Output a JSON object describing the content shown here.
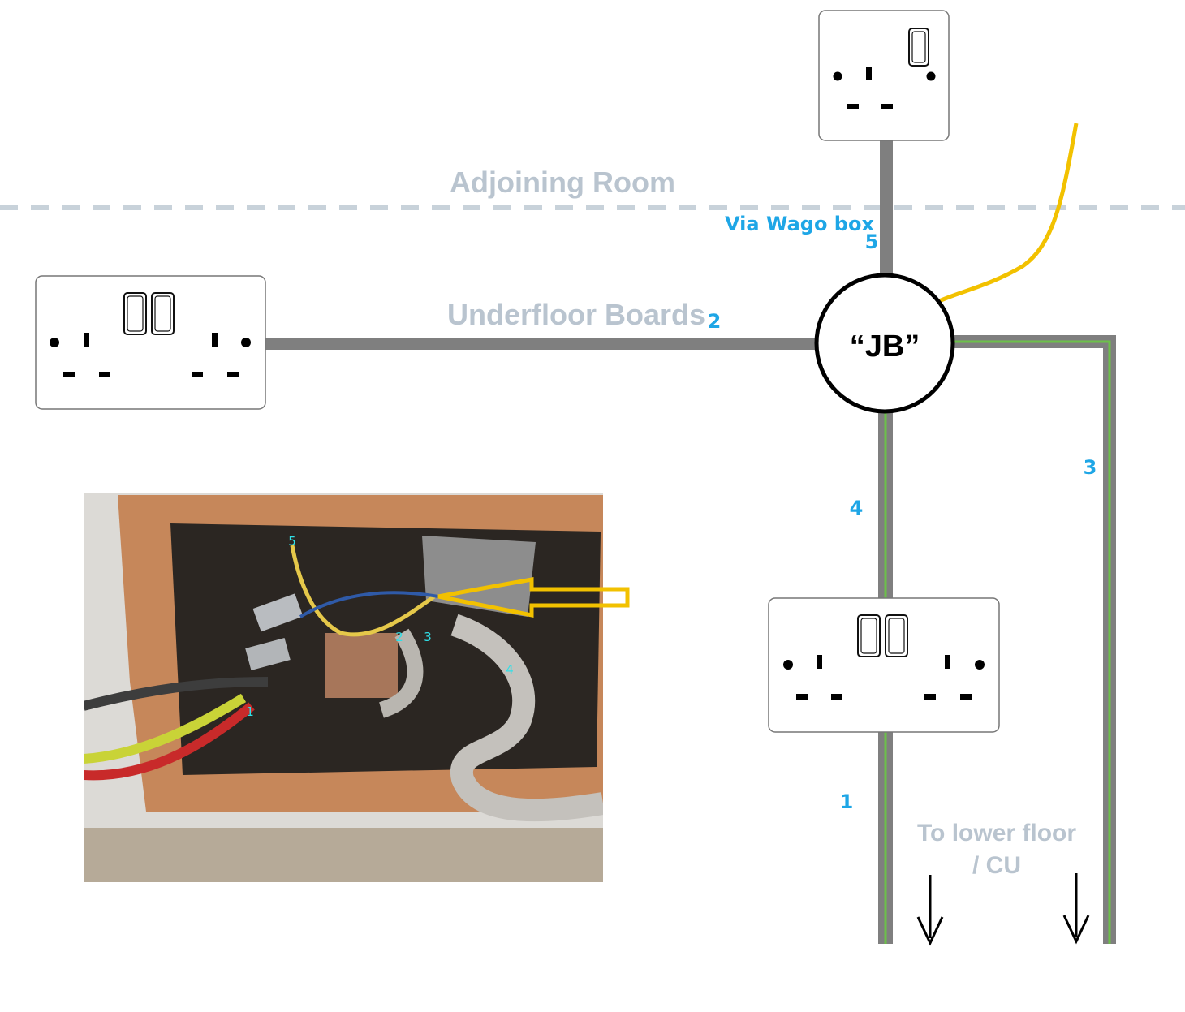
{
  "labels": {
    "adjoining_room": "Adjoining Room",
    "via_wago": "Via Wago box",
    "underfloor": "Underfloor Boards",
    "jb": "“JB”",
    "to_lower_floor_line1": "To lower floor",
    "to_lower_floor_line2": "/ CU"
  },
  "cable_numbers": {
    "c1": "1",
    "c2": "2",
    "c3": "3",
    "c4": "4",
    "c5": "5"
  },
  "photo_numbers": {
    "p1": "1",
    "p2": "2",
    "p3": "3",
    "p4": "4",
    "p5": "5"
  },
  "colors": {
    "cable_grey": "#7f7f7f",
    "earth_green": "#6cc04a",
    "yellow_wire": "#f2c100",
    "dashed_line": "#c8d2da",
    "label_grey": "#b9c4cf",
    "label_blue": "#1ea6e6"
  },
  "icons": {
    "arrow": "yellow-outline-arrow-icon",
    "down_arrows": "down-arrow-icon"
  }
}
